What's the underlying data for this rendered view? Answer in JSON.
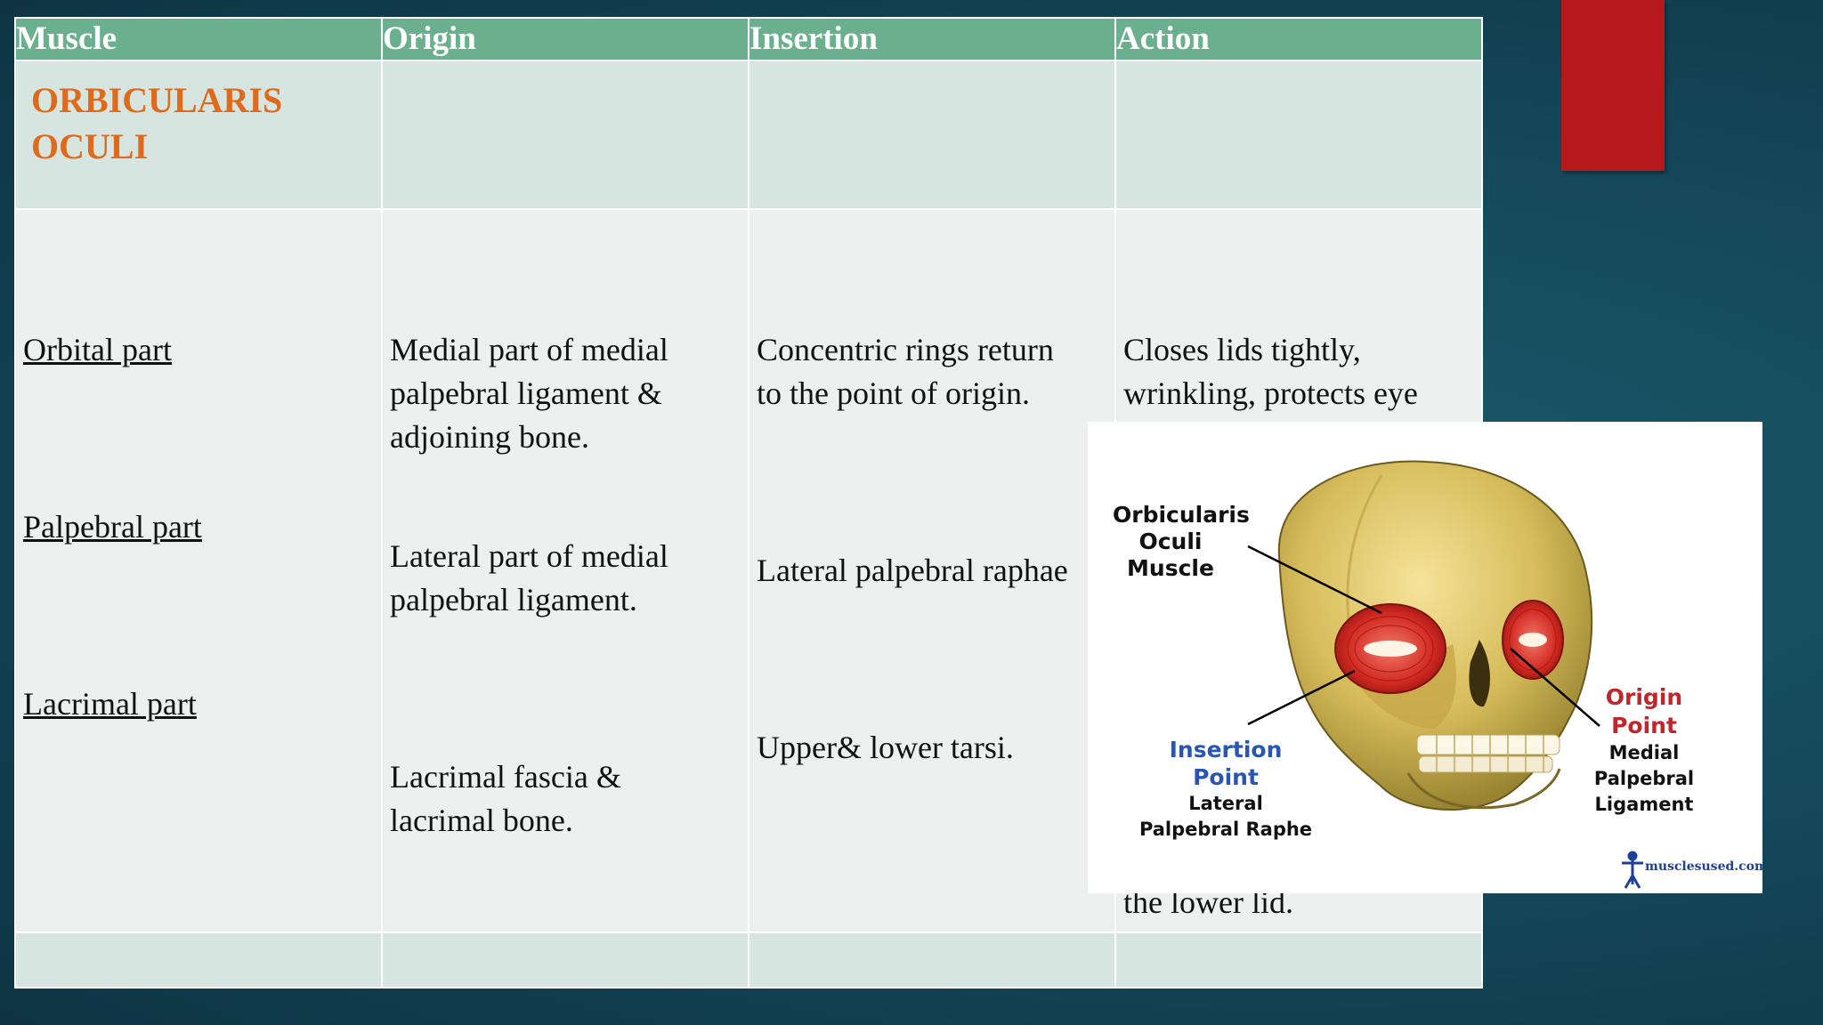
{
  "table": {
    "headers": [
      "Muscle",
      "Origin",
      "Insertion",
      "Action"
    ],
    "muscle_title": "ORBICULARIS\nOCULI",
    "rows": {
      "orbital": {
        "part": "Orbital part",
        "origin": [
          "Medial part of medial",
          "palpebral ligament &",
          "adjoining bone."
        ],
        "insertion": [
          "Concentric rings return",
          "to the point of origin."
        ],
        "action": [
          "Closes lids tightly,",
          "wrinkling, protects eye"
        ]
      },
      "palpebral": {
        "part": "Palpebral part",
        "origin": [
          "Lateral part of medial",
          "palpebral ligament."
        ],
        "insertion": "Lateral palpebral raphae"
      },
      "lacrimal": {
        "part": "Lacrimal part",
        "origin": [
          "Lacrimal fascia &",
          "lacrimal bone."
        ],
        "insertion": "Upper& lower tarsi.",
        "action_tail": "the lower lid."
      }
    }
  },
  "image": {
    "labels": {
      "muscle": [
        "Orbicularis",
        "Oculi",
        "Muscle"
      ],
      "insertion_title": [
        "Insertion",
        "Point"
      ],
      "insertion_desc": [
        "Lateral",
        "Palpebral Raphe"
      ],
      "origin_title": [
        "Origin",
        "Point"
      ],
      "origin_desc": [
        "Medial",
        "Palpebral",
        "Ligament"
      ]
    },
    "brand": "musclesused.com"
  },
  "colors": {
    "header_bg": "#6aaf8e",
    "title_orange": "#e06a1c",
    "accent_red": "#b5191b",
    "insertion_blue": "#2a55b0",
    "origin_red": "#c0272d"
  }
}
